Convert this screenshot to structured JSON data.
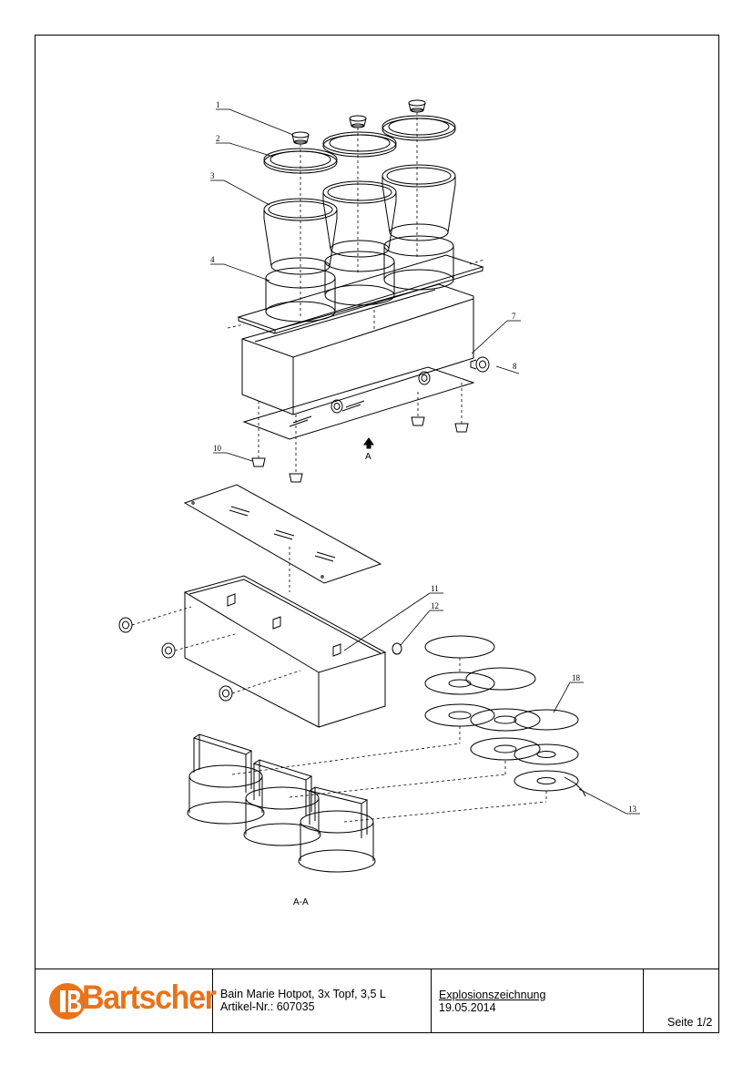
{
  "drawing": {
    "part_numbers": [
      "1",
      "2",
      "3",
      "4",
      "7",
      "8",
      "10",
      "11",
      "12",
      "18",
      "13"
    ],
    "view_arrow_label": "A",
    "section_label": "A-A"
  },
  "title_block": {
    "logo_text": "Bartscher",
    "logo_color": "#e8731a",
    "product_name": "Bain Marie Hotpot, 3x Topf, 3,5 L",
    "article_number": "Artikel-Nr.: 607035",
    "document_type": "Explosionszeichnung",
    "date": "19.05.2014",
    "page": "Seite 1/2"
  }
}
